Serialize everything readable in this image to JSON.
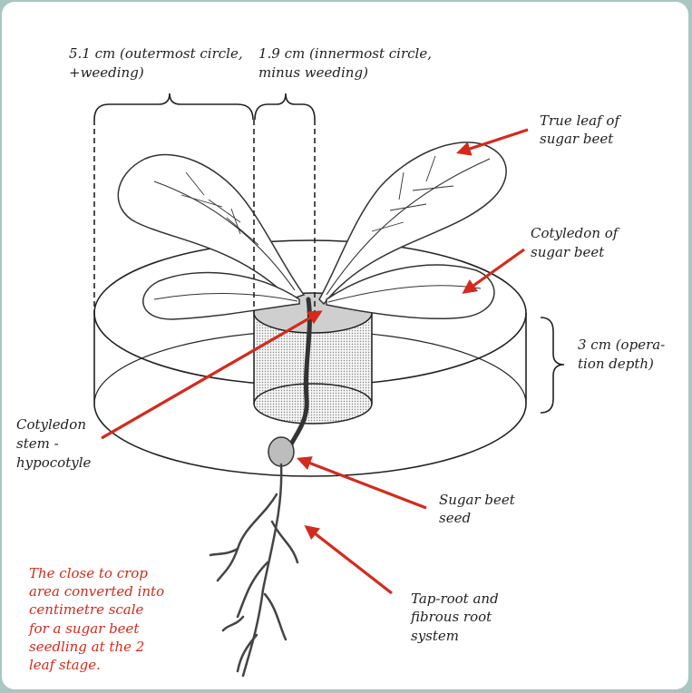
{
  "labels": {
    "outer_circle": [
      "5.1 cm (outermost circle,",
      "+weeding)"
    ],
    "inner_circle": [
      "1.9 cm (innermost circle,",
      "minus weeding)"
    ],
    "true_leaf": [
      "True leaf of",
      "sugar beet"
    ],
    "cotyledon": [
      "Cotyledon of",
      "sugar beet"
    ],
    "depth": [
      "3 cm (opera-",
      "tion depth)"
    ],
    "stem": [
      "Cotyledon",
      "stem -",
      "hypocotyle"
    ],
    "seed": [
      "Sugar beet",
      "seed"
    ],
    "root": [
      "Tap-root and",
      "fibrous root",
      "system"
    ]
  },
  "caption": [
    "The close to crop",
    "area converted into",
    "centimetre scale",
    "for a sugar beet",
    "seedling at the 2",
    "leaf stage."
  ],
  "colors": {
    "arrow": "#d42a1c",
    "caption": "#d42a1c",
    "frame": "#a9c6c2"
  }
}
